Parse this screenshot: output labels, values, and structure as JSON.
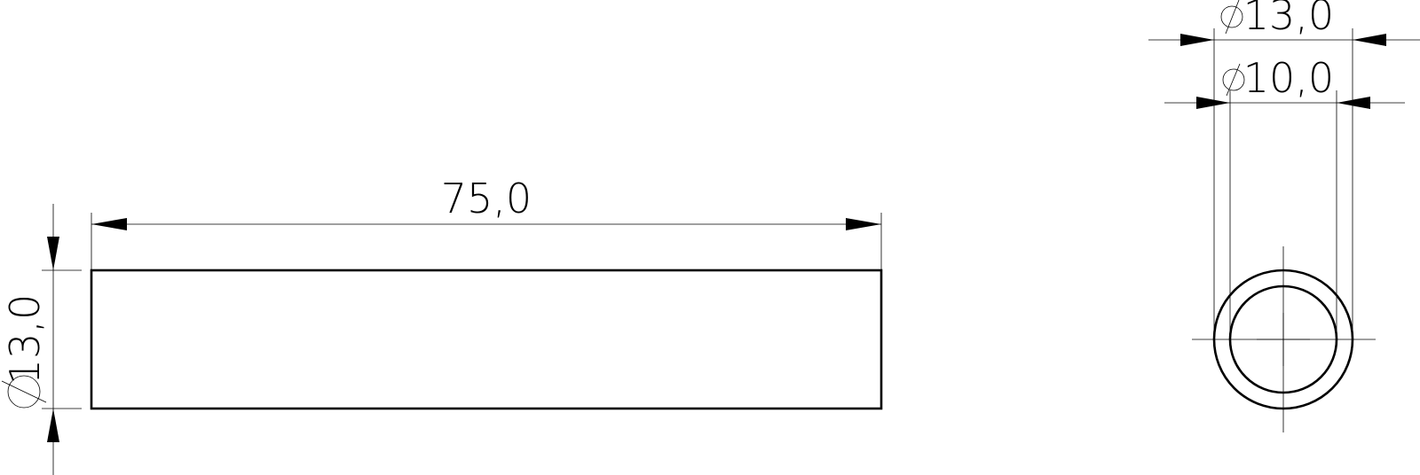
{
  "drawing": {
    "dimensions": {
      "length": "75,0",
      "outer_diameter_side": "13,0",
      "outer_diameter_end": "13,0",
      "inner_diameter_end": "10,0"
    },
    "diameter_symbol": "∅"
  }
}
